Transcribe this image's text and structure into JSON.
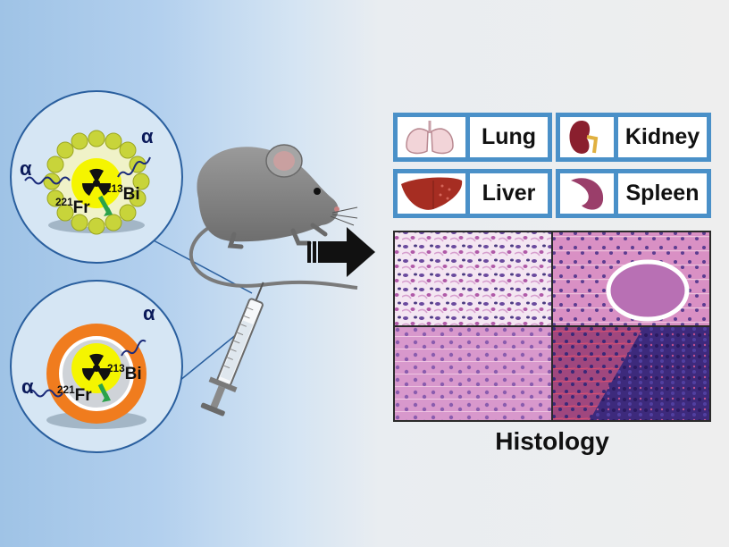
{
  "figure": {
    "particle_top": {
      "alpha_left": "α",
      "alpha_right": "α",
      "parent_isotope_mass": "221",
      "parent_isotope_symbol": "Fr",
      "daughter_isotope_mass": "213",
      "daughter_isotope_symbol": "Bi"
    },
    "particle_bottom": {
      "alpha_left": "α",
      "alpha_right": "α",
      "parent_isotope_mass": "221",
      "parent_isotope_symbol": "Fr",
      "daughter_isotope_mass": "213",
      "daughter_isotope_symbol": "Bi"
    },
    "organs": [
      {
        "name": "Lung",
        "icon": "lung-icon"
      },
      {
        "name": "Kidney",
        "icon": "kidney-icon"
      },
      {
        "name": "Liver",
        "icon": "liver-icon"
      },
      {
        "name": "Spleen",
        "icon": "spleen-icon"
      }
    ],
    "histology_title": "Histology",
    "colors": {
      "panel_blue": "#4a90c8",
      "radiation_yellow": "#f5f500",
      "shell_orange": "#f07c1e",
      "bead_green": "#c8d43a",
      "mouse_gray": "#8e8e8e",
      "tissue_pink": "#d89ac8",
      "nucleus_purple": "#5a3a8e"
    }
  }
}
